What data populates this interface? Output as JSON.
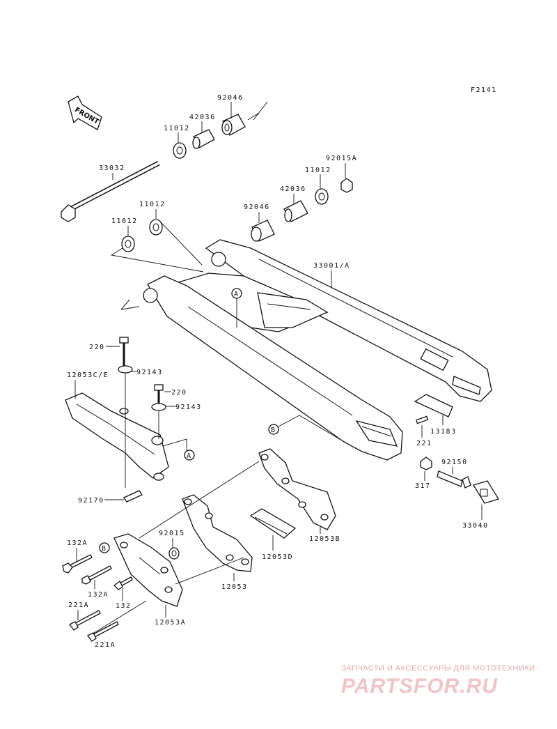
{
  "figure_code": "F2141",
  "front_label": "FRONT",
  "callout_a": "A",
  "callout_b": "B",
  "parts": {
    "p92046_top": "92046",
    "p42036_top": "42036",
    "p11012_top": "11012",
    "p33032": "33032",
    "p92015A": "92015A",
    "p11012_r": "11012",
    "p42036_r": "42036",
    "p92046_r": "92046",
    "p11012_l1": "11012",
    "p11012_l2": "11012",
    "p33001A": "33001/A",
    "p220_a": "220",
    "p92143_a": "92143",
    "p12053CE": "12053C/E",
    "p220_b": "220",
    "p92143_b": "92143",
    "p221": "221",
    "p13183": "13183",
    "p92150": "92150",
    "p317": "317",
    "p33040": "33040",
    "p92170": "92170",
    "p12053B": "12053B",
    "p92015": "92015",
    "p132A_a": "132A",
    "p132A_b": "132A",
    "p132": "132",
    "p12053": "12053",
    "p12053D": "12053D",
    "p221A_a": "221A",
    "p221A_b": "221A",
    "p12053A": "12053A"
  },
  "watermark": {
    "tagline": "ЗАПЧАСТИ И АКСЕССУАРЫ ДЛЯ МОТОТЕХНИКИ",
    "brand": "PARTSFOR.RU"
  }
}
